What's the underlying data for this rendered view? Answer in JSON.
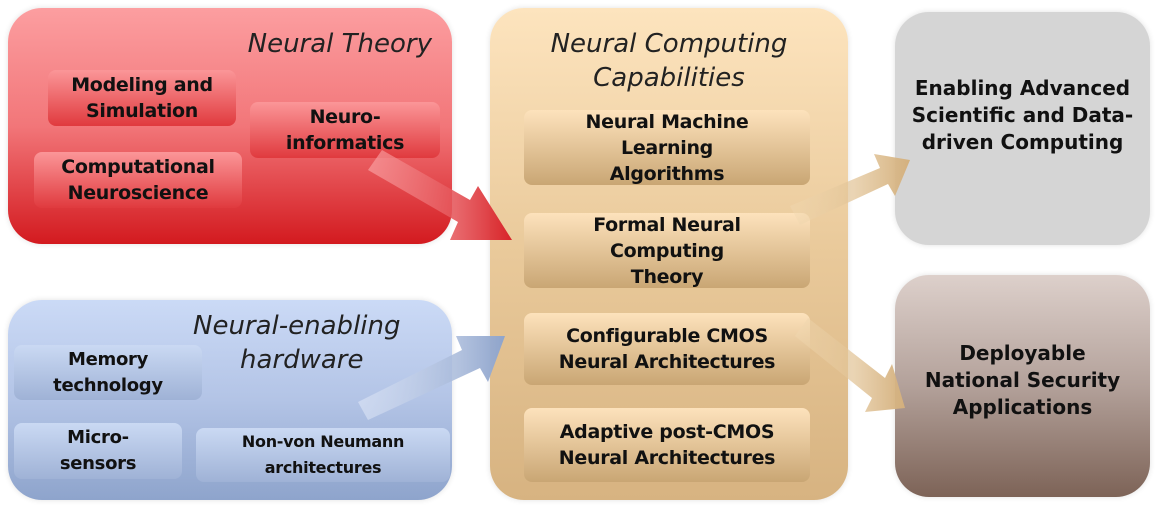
{
  "neural_theory": {
    "title": "Neural Theory",
    "items": [
      "Modeling and Simulation",
      "Computational Neuroscience",
      "Neuro-informatics"
    ]
  },
  "hardware": {
    "title_line1": "Neural-enabling",
    "title_line2": "hardware",
    "items": [
      "Memory technology",
      "Micro-sensors",
      "Non-von Neumann architectures"
    ]
  },
  "capabilities": {
    "title_line1": "Neural Computing",
    "title_line2": "Capabilities",
    "items": [
      "Neural Machine Learning Algorithms",
      "Formal Neural Computing Theory",
      "Configurable CMOS Neural Architectures",
      "Adaptive post-CMOS Neural Architectures"
    ]
  },
  "outcomes": [
    "Enabling Advanced Scientific and Data-driven Computing",
    "Deployable National Security Applications"
  ],
  "colors": {
    "red": "#d4191e",
    "blue": "#8da3cb",
    "tan": "#d8b584",
    "gray": "#d5d5d5",
    "brown": "#7d6357"
  }
}
